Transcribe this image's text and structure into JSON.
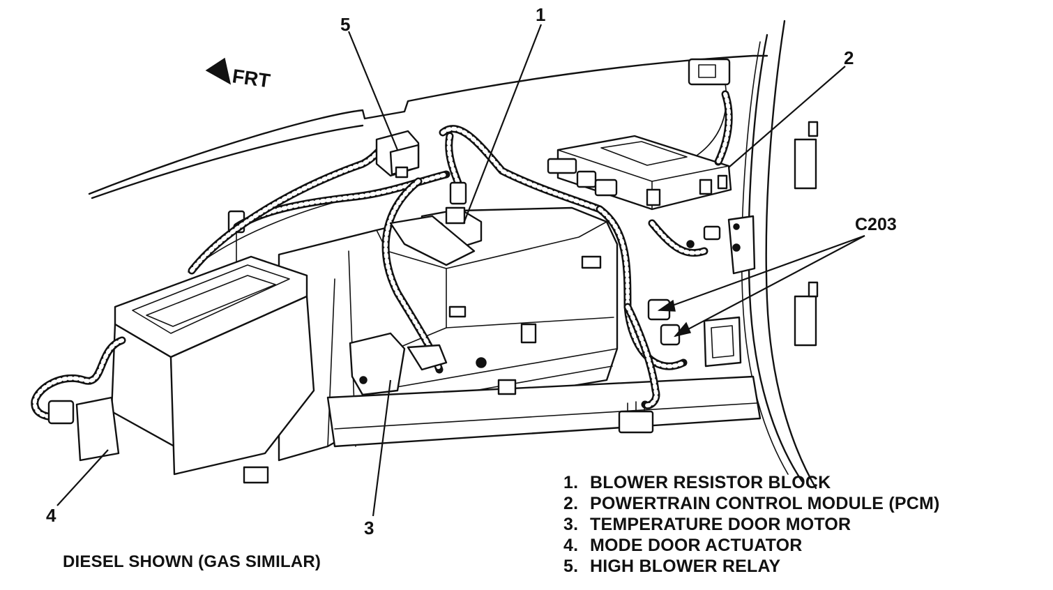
{
  "diagram": {
    "direction_label": "FRT",
    "callouts": [
      {
        "id": "1",
        "label": "1"
      },
      {
        "id": "2",
        "label": "2"
      },
      {
        "id": "3",
        "label": "3"
      },
      {
        "id": "4",
        "label": "4"
      },
      {
        "id": "5",
        "label": "5"
      },
      {
        "id": "c203",
        "label": "C203"
      }
    ],
    "legend": [
      {
        "num": "1.",
        "text": "BLOWER RESISTOR BLOCK"
      },
      {
        "num": "2.",
        "text": "POWERTRAIN CONTROL MODULE (PCM)"
      },
      {
        "num": "3.",
        "text": "TEMPERATURE DOOR MOTOR"
      },
      {
        "num": "4.",
        "text": "MODE DOOR ACTUATOR"
      },
      {
        "num": "5.",
        "text": "HIGH BLOWER RELAY"
      }
    ],
    "caption": "DIESEL SHOWN (GAS SIMILAR)"
  }
}
